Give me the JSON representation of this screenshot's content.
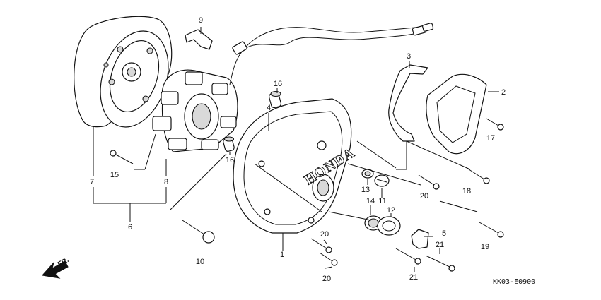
{
  "labels": {
    "p1": "1",
    "p2": "2",
    "p3": "3",
    "p4": "4",
    "p5": "5",
    "p6": "6",
    "p7": "7",
    "p8": "8",
    "p9": "9",
    "p10": "10",
    "p11": "11",
    "p12": "12",
    "p13": "13",
    "p14": "14",
    "p15": "15",
    "p16a": "16",
    "p16b": "16",
    "p17": "17",
    "p18": "18",
    "p19": "19",
    "p20a": "20",
    "p20b": "20",
    "p20c": "20",
    "p21a": "21",
    "p21b": "21"
  },
  "brand_text": "HONDA",
  "direction_label": "FR.",
  "diagram_code": "KK03-E0900"
}
